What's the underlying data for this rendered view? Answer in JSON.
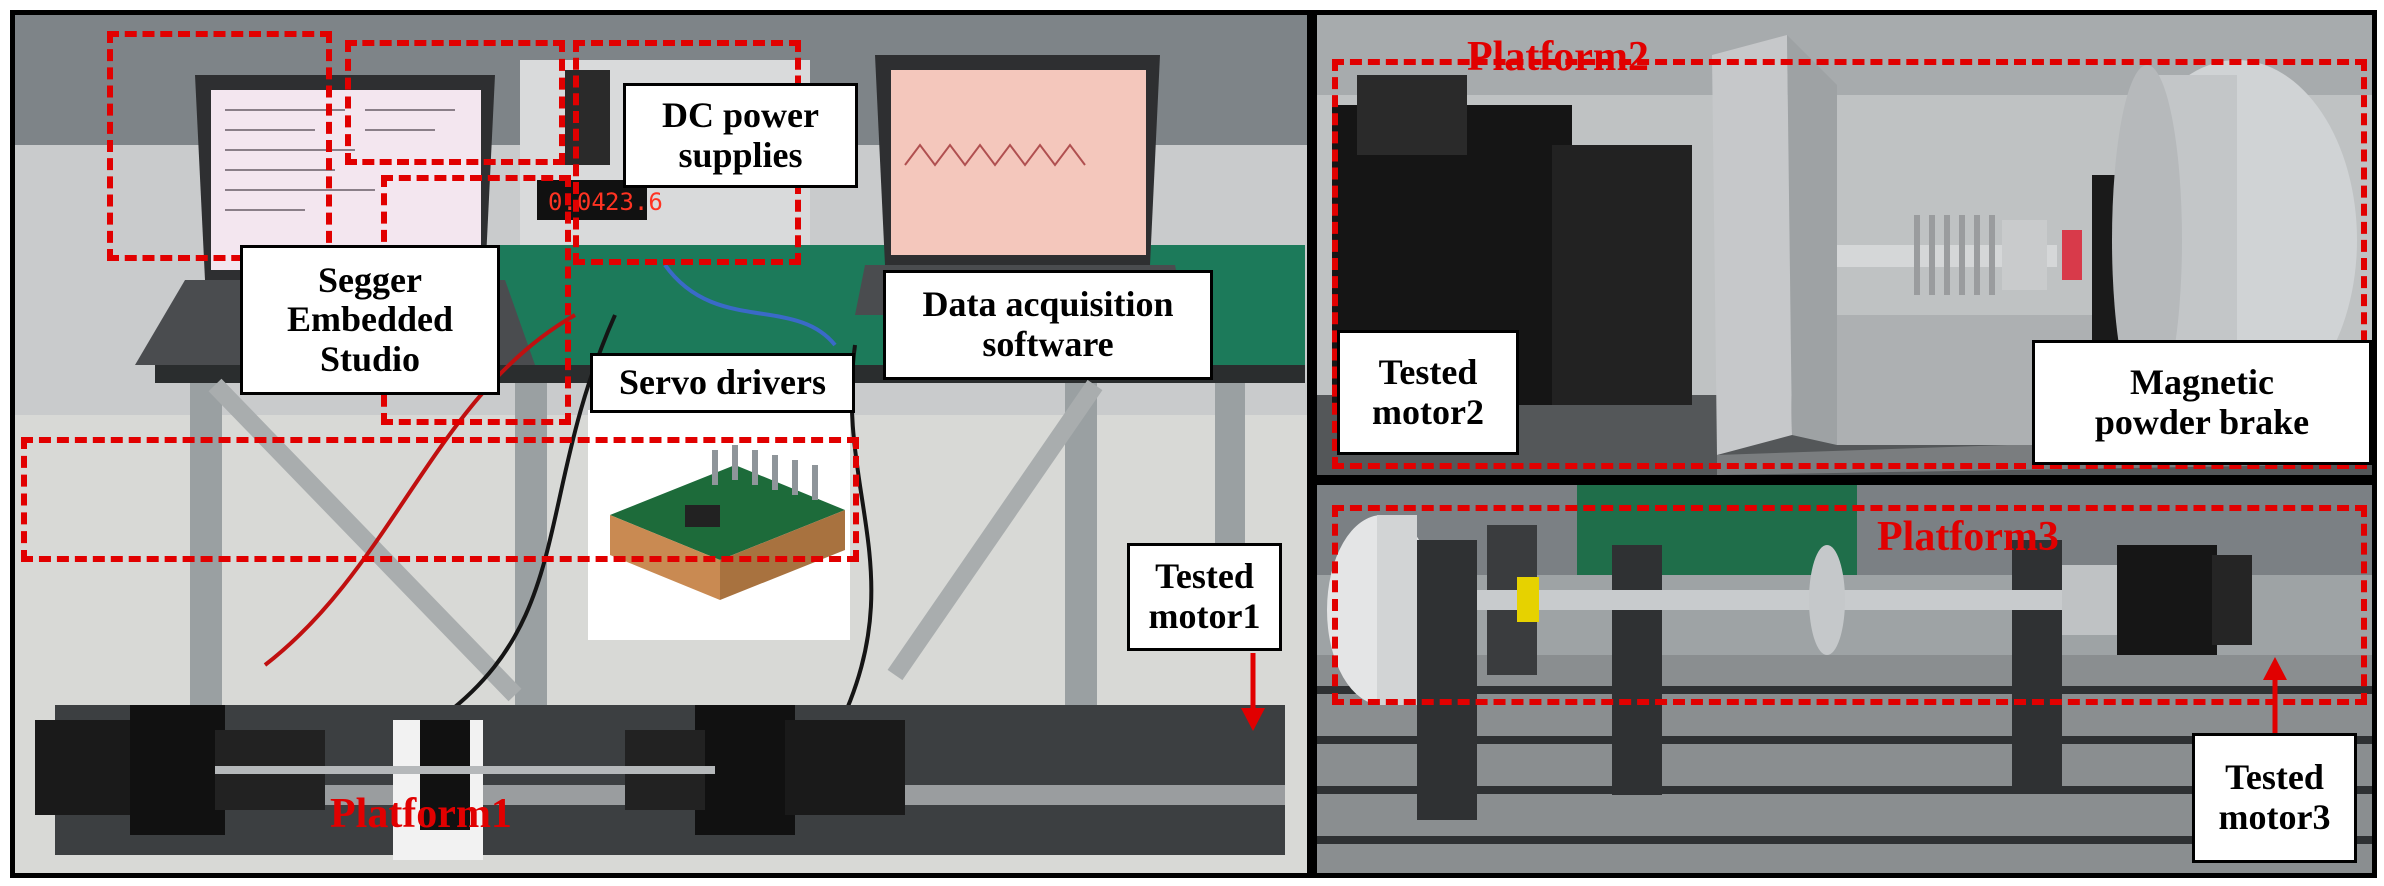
{
  "left_panel": {
    "labels": {
      "segger": "Segger\nEmbedded\nStudio",
      "dc_power": "DC power\nsupplies",
      "daq": "Data acquisition\nsoftware",
      "servo": "Servo drivers",
      "tested_motor1": "Tested\nmotor1"
    },
    "platform": "Platform1",
    "psu_readout_1": "0.04",
    "psu_readout_2": "23.6"
  },
  "top_right_panel": {
    "platform": "Platform2",
    "labels": {
      "tested_motor2": "Tested\nmotor2",
      "brake": "Magnetic\npowder brake"
    }
  },
  "bottom_right_panel": {
    "platform": "Platform3",
    "labels": {
      "tested_motor3": "Tested\nmotor3"
    }
  },
  "colors": {
    "highlight": "#e10000",
    "label_bg": "#ffffff",
    "frame": "#000000"
  }
}
